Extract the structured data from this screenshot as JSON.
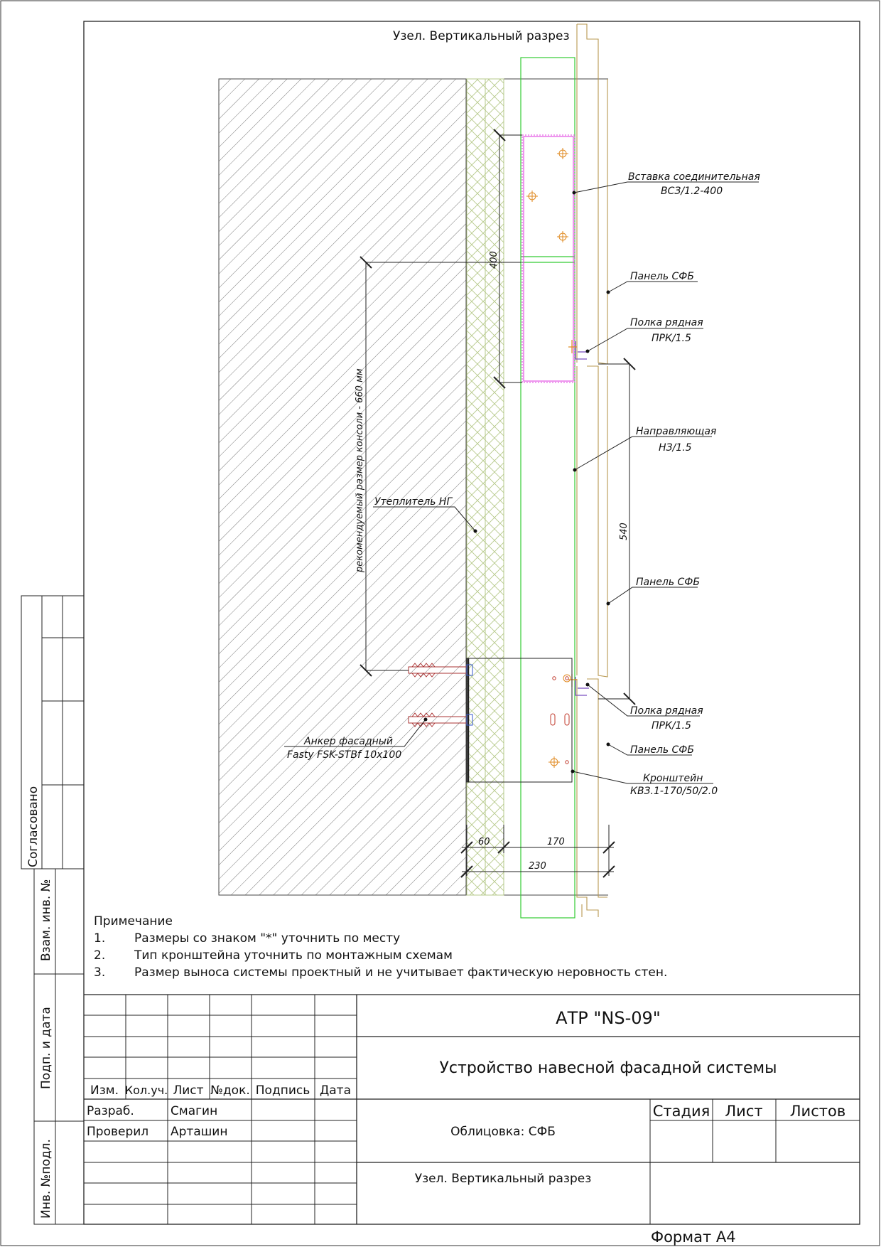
{
  "drawing": {
    "title": "Узел. Вертикальный разрез",
    "callouts": {
      "vstavka": [
        "Вставка соединительная",
        "ВСЗ/1.2-400"
      ],
      "panel_1": [
        "Панель СФБ"
      ],
      "polka_1": [
        "Полка рядная",
        "ПРК/1.5"
      ],
      "napravl": [
        "Направляющая",
        "НЗ/1.5"
      ],
      "panel_2": [
        "Панель СФБ"
      ],
      "polka_2": [
        "Полка рядная",
        "ПРК/1.5"
      ],
      "panel_3": [
        "Панель СФБ"
      ],
      "kronsht": [
        "Кронштейн",
        "КВЗ.1-170/50/2.0"
      ],
      "uteplitel": [
        "Утеплитель НГ"
      ],
      "anchor": [
        "Анкер фасадный",
        "Fasty FSK-STBf 10x100"
      ]
    },
    "dims": {
      "d400": "400",
      "d540": "540",
      "d60": "60",
      "d170": "170",
      "d230": "230",
      "console": "рекомендуемый размер консоли - 660 мм"
    },
    "colors": {
      "hatch": "#7a7a7a",
      "insulation": "#b6c98a",
      "guide": "#33cc33",
      "panel": "#b89850",
      "insert": "#e040e0",
      "accent": "#e08a20",
      "lines": "#222222"
    }
  },
  "notes": {
    "heading": "Примечание",
    "items": [
      {
        "num": "1.",
        "text": "Размеры со знаком \"*\" уточнить по месту"
      },
      {
        "num": "2.",
        "text": "Тип кронштейна уточнить по монтажным схемам"
      },
      {
        "num": "3.",
        "text": "Размер выноса системы проектный и не учитывает фактическую неровность стен."
      }
    ]
  },
  "titleblock": {
    "code": "АТР \"NS-09\"",
    "name": "Устройство навесной фасадной системы",
    "subject": "Облицовка: СФБ",
    "sheet_name": "Узел. Вертикальный разрез",
    "stage_headers": [
      "Стадия",
      "Лист",
      "Листов"
    ],
    "col_headers": [
      "Изм.",
      "Кол.уч.",
      "Лист",
      "№док.",
      "Подпись",
      "Дата"
    ],
    "signatures": [
      {
        "role": "Разраб.",
        "name": "Смагин"
      },
      {
        "role": "Проверил",
        "name": "Арташин"
      }
    ],
    "format": "Формат А4"
  },
  "side_labels": {
    "agreed": "Согласовано",
    "inv_repl": "Взам. инв. №",
    "sign_date": "Подп. и дата",
    "inv_orig": "Инв. №подл."
  }
}
